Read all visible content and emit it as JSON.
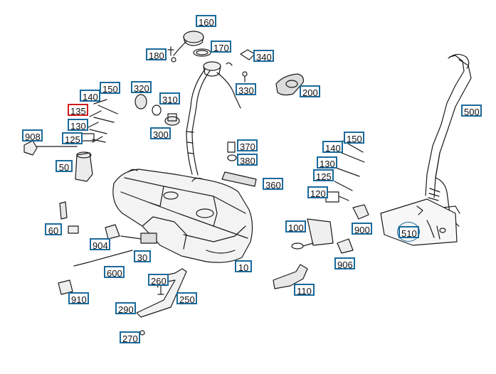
{
  "colors": {
    "callout_border": "#1a6a9a",
    "selected_border": "#d01c1c",
    "line": "#1a1a1a"
  },
  "callouts": {
    "c160": "160",
    "c170": "170",
    "c180": "180",
    "c340": "340",
    "c330": "330",
    "c200": "200",
    "c320": "320",
    "c310": "310",
    "c300": "300",
    "c140a": "140",
    "c150a": "150",
    "c135": "135",
    "c130a": "130",
    "c125a": "125",
    "c908": "908",
    "c50": "50",
    "c500": "500",
    "c370": "370",
    "c380": "380",
    "c360": "360",
    "c150b": "150",
    "c140b": "140",
    "c130b": "130",
    "c125b": "125",
    "c120": "120",
    "c900": "900",
    "c510": "510",
    "c60": "60",
    "c904": "904",
    "c30": "30",
    "c600": "600",
    "c100": "100",
    "c906": "906",
    "c10": "10",
    "c260": "260",
    "c250": "250",
    "c290": "290",
    "c110": "110",
    "c910": "910",
    "c270": "270"
  },
  "selected_callout": "135"
}
